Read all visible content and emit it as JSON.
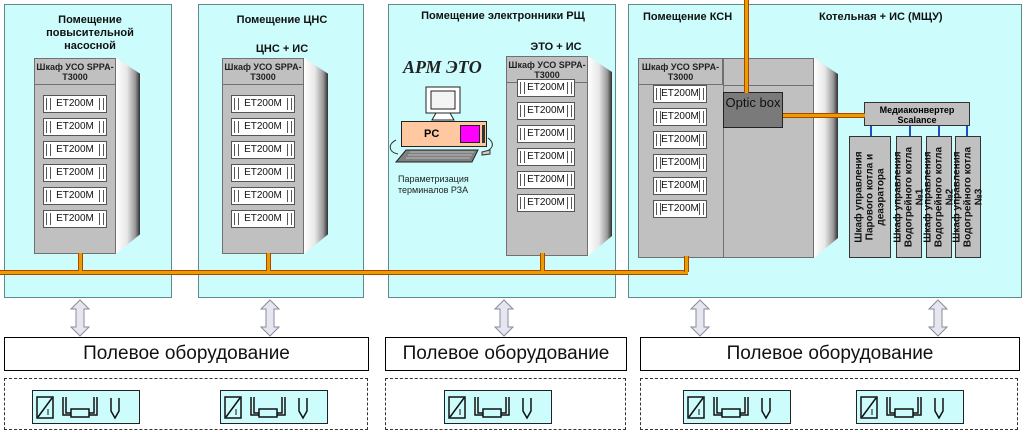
{
  "rooms": [
    {
      "title": "Помещение повысительной насосной"
    },
    {
      "title": "Помещение ЦНС",
      "subtitle": "ЦНС + ИС"
    },
    {
      "title": "Помещение электронники РЩ",
      "subtitle": "ЭТО  + ИС",
      "workstation_title": "АРМ ЭТО",
      "pc_label": "PC",
      "workstation_caption": "Параметризация терминалов РЗА"
    },
    {
      "title": "Помещение КСН",
      "title2": "Котельная + ИС (МЩУ)"
    }
  ],
  "cabinet": {
    "label": "Шкаф УСО SPPA-T3000",
    "module_label": "ET200M",
    "modules_per_cabinet": 6
  },
  "optic_box": {
    "label": "Optic box"
  },
  "media_converter": {
    "label": "Медиаконвертер Scalance"
  },
  "control_cabinets": [
    {
      "label": "Шкаф управления Парового котла и деаэратора"
    },
    {
      "label": "Шкаф управления Водогрейного котла №1"
    },
    {
      "label": "Шкаф управления Водогрейного котла №2"
    },
    {
      "label": "Шкаф управления Водогрейного котла №3"
    }
  ],
  "field_equipment": [
    {
      "label": "Полевое оборудование"
    },
    {
      "label": "Полевое оборудование"
    },
    {
      "label": "Полевое оборудование"
    }
  ],
  "colors": {
    "room_bg": "#ccfcfc",
    "bus": "#e3a000",
    "bus_edge": "#b84000",
    "pc_body": "#ffc8a0",
    "pc_panel": "#ff00ff",
    "link": "#2050c0"
  }
}
